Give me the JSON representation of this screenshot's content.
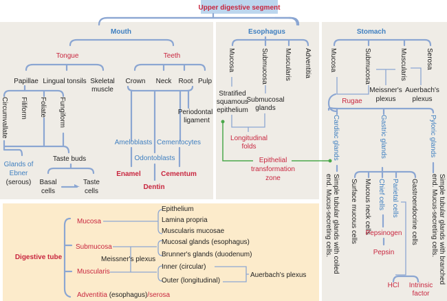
{
  "title": "Upper digestive segment",
  "colors": {
    "panel_gray": "#efece6",
    "panel_yellow": "#fcebcb",
    "title_box": "#bcd6ee",
    "line_blue": "#8ba6d2",
    "text_blue": "#3f7fc0",
    "text_red": "#c8263f",
    "line_green": "#4aa84a"
  },
  "mouth": {
    "label": "Mouth",
    "tongue": {
      "label": "Tongue",
      "papillae": "Papillae",
      "lingual_tonsils": "Lingual tonsils",
      "skeletal_1": "Skeletal",
      "skeletal_2": "muscle",
      "types": [
        "Circumvallate",
        "Filiform",
        "Foliate",
        "Fungiform"
      ],
      "glands_1": "Glands of",
      "glands_2": "Ebner",
      "glands_3": "(serous)",
      "taste_buds": "Taste buds",
      "basal_1": "Basal",
      "basal_2": "cells",
      "taste_1": "Taste",
      "taste_2": "cells"
    },
    "teeth": {
      "label": "Teeth",
      "parts": [
        "Crown",
        "Neck",
        "Root",
        "Pulp"
      ],
      "perio_1": "Periodontal",
      "perio_2": "ligament",
      "ameloblasts": "Ameloblasts",
      "cementocytes": "Cementocytes",
      "odontoblasts": "Odontoblasts",
      "enamel": "Enamel",
      "cementum": "Cementum",
      "dentin": "Dentin"
    }
  },
  "esophagus": {
    "label": "Esophagus",
    "layers": [
      "Mucosa",
      "Submucosa",
      "Muscularis",
      "Adventitia"
    ],
    "strat_1": "Stratified",
    "strat_2": "squamous",
    "strat_3": "epithelium",
    "submuc_1": "Submucosal",
    "submuc_2": "glands",
    "long_1": "Longitudinal",
    "long_2": "folds",
    "etz_1": "Epithelial",
    "etz_2": "transformation",
    "etz_3": "zone"
  },
  "stomach": {
    "label": "Stomach",
    "layers": [
      "Mucosa",
      "Submucosa",
      "Muscularis",
      "Serosa"
    ],
    "meissner_1": "Meissner's",
    "meissner_2": "plexus",
    "auerbach_1": "Auerbach's",
    "auerbach_2": "plexus",
    "rugae": "Rugae",
    "cardiac": "Cardiac glands",
    "gastric": "Gastric glands",
    "pyloric": "Pyloric glands",
    "cardiac_desc_1": "Simple tubular glands with coiled",
    "cardiac_desc_2": "end. Mucus-secreting cells.",
    "pyloric_desc_1": "Simple tubular glands with branched",
    "pyloric_desc_2": "end. Mucus-secreting cells.",
    "cells": [
      "Surface mucous cells",
      "Mucous neck cells",
      "Chief cells",
      "Parietal cells",
      "Gastroendocrine cells"
    ],
    "pepsinogen": "Pepsinogen",
    "pepsin": "Pepsin",
    "hcl": "HCl",
    "intrinsic_1": "Intrinsic",
    "intrinsic_2": "factor"
  },
  "digestive_tube": {
    "label": "Digestive tube",
    "mucosa": "Mucosa",
    "submucosa": "Submucosa",
    "muscularis": "Muscularis",
    "adventitia": "Adventitia",
    "adventitia_rest": " (esophagus)",
    "serosa": "/serosa",
    "meissner": "Meissner's plexus",
    "auerbach": "Auerbach's plexus",
    "mucosa_items": [
      "Epithelium",
      "Lamina propria",
      "Muscularis mucosae"
    ],
    "submucosa_items": [
      "Mucosal glands (esophagus)",
      "Brunner's glands (duodenum)"
    ],
    "muscularis_items": [
      "Inner (circular)",
      "Outer (longitudinal)"
    ]
  }
}
